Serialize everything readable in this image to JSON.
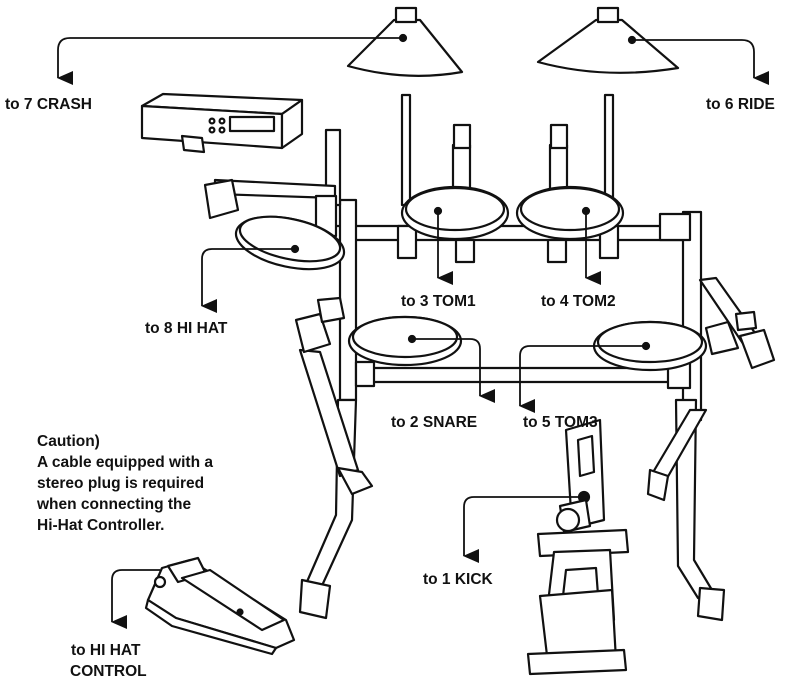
{
  "labels": {
    "crash": "to 7 CRASH",
    "ride": "to 6 RIDE",
    "tom1": "to 3 TOM1",
    "tom2": "to 4 TOM2",
    "hihat": "to 8 HI HAT",
    "snare": "to 2 SNARE",
    "tom3": "to 5 TOM3",
    "kick": "to 1 KICK",
    "hihat_control_line1": "to HI HAT",
    "hihat_control_line2": "CONTROL"
  },
  "caution": {
    "title": "Caution)",
    "lines": [
      "A cable equipped with a",
      "stereo plug is required",
      "when connecting the",
      "Hi-Hat Controller."
    ]
  }
}
